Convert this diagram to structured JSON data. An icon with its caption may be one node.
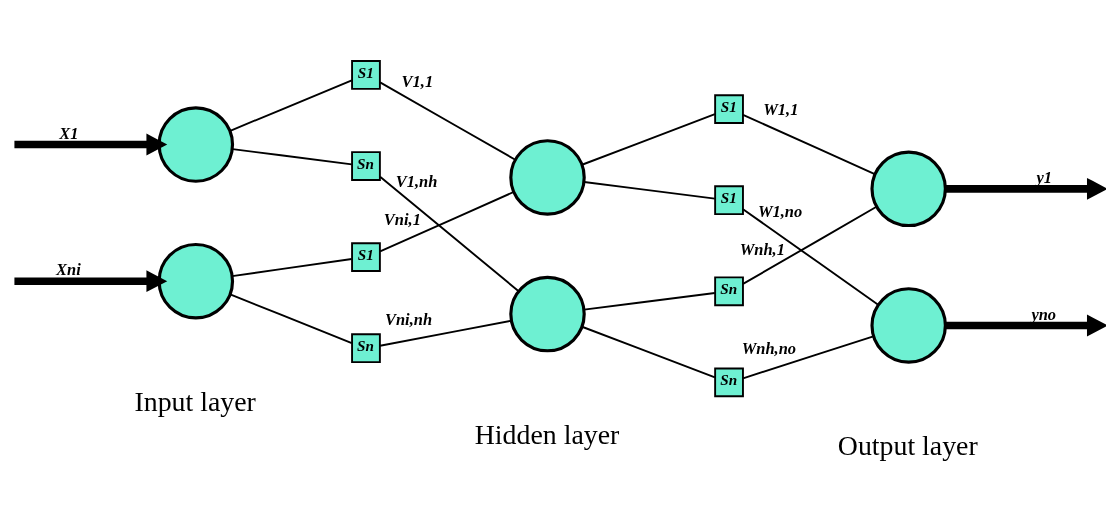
{
  "diagram": {
    "nodes": [
      {
        "text": [],
        "shape": "circle"
      },
      {
        "text": [],
        "shape": "circle"
      },
      {
        "text": [],
        "shape": "circle"
      },
      {
        "text": [],
        "shape": "circle"
      },
      {
        "text": [],
        "shape": "circle"
      },
      {
        "text": [],
        "shape": "circle"
      },
      {
        "text": [
          "S1"
        ]
      },
      {
        "text": [
          "Sn"
        ]
      },
      {
        "text": [
          "S1"
        ]
      },
      {
        "text": [
          "Sn"
        ]
      },
      {
        "text": [
          "S1"
        ]
      },
      {
        "text": [
          "S1"
        ]
      },
      {
        "text": [
          "Sn"
        ]
      },
      {
        "text": [
          "Sn"
        ]
      }
    ],
    "edges": [
      {
        "from": null,
        "to": 0,
        "arrow": "to",
        "label": "X1",
        "style": "thick"
      },
      {
        "from": null,
        "to": 1,
        "arrow": "to",
        "label": "Xni",
        "style": "thick"
      },
      {
        "from": 0,
        "to": 6,
        "arrow": "none"
      },
      {
        "from": 6,
        "to": 2,
        "arrow": "none",
        "label": "V1,1"
      },
      {
        "from": 0,
        "to": 7,
        "arrow": "none"
      },
      {
        "from": 7,
        "to": 3,
        "arrow": "none",
        "label": "V1,nh"
      },
      {
        "from": 1,
        "to": 8,
        "arrow": "none"
      },
      {
        "from": 8,
        "to": 2,
        "arrow": "none",
        "label": "Vni,1"
      },
      {
        "from": 1,
        "to": 9,
        "arrow": "none"
      },
      {
        "from": 9,
        "to": 3,
        "arrow": "none",
        "label": "Vni,nh"
      },
      {
        "from": 2,
        "to": 10,
        "arrow": "none"
      },
      {
        "from": 10,
        "to": 4,
        "arrow": "none",
        "label": "W1,1"
      },
      {
        "from": 2,
        "to": 11,
        "arrow": "none"
      },
      {
        "from": 11,
        "to": 5,
        "arrow": "none",
        "label": "W1,no"
      },
      {
        "from": 3,
        "to": 12,
        "arrow": "none"
      },
      {
        "from": 12,
        "to": 4,
        "arrow": "none",
        "label": "Wnh,1"
      },
      {
        "from": 3,
        "to": 13,
        "arrow": "none"
      },
      {
        "from": 13,
        "to": 5,
        "arrow": "none",
        "label": "Wnh,no"
      },
      {
        "from": 4,
        "to": null,
        "arrow": "to",
        "label": "y1",
        "style": "thick"
      },
      {
        "from": 5,
        "to": null,
        "arrow": "to",
        "label": "yno",
        "style": "thick"
      }
    ],
    "labels": [
      "Input layer",
      "Hidden layer",
      "Output layer"
    ]
  }
}
